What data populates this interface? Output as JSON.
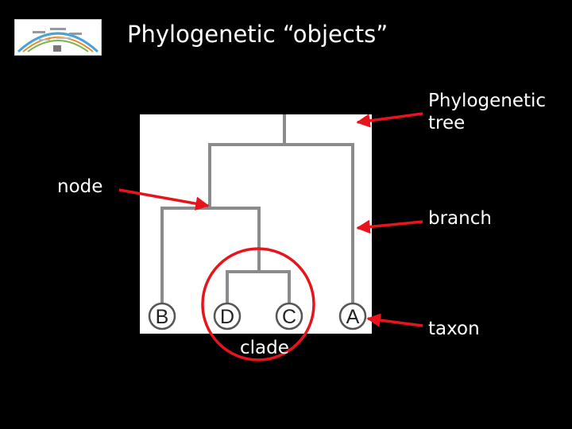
{
  "slide": {
    "title": "Phylogenetic “objects”",
    "labels": {
      "tree_line1": "Phylogenetic",
      "tree_line2": "tree",
      "node": "node",
      "branch": "branch",
      "taxon": "taxon",
      "clade": "clade"
    },
    "taxa": [
      "B",
      "D",
      "C",
      "A"
    ],
    "colors": {
      "background": "#000000",
      "branch": "#8a8b8e",
      "arrow": "#e8141c",
      "text": "#ffffff"
    }
  }
}
